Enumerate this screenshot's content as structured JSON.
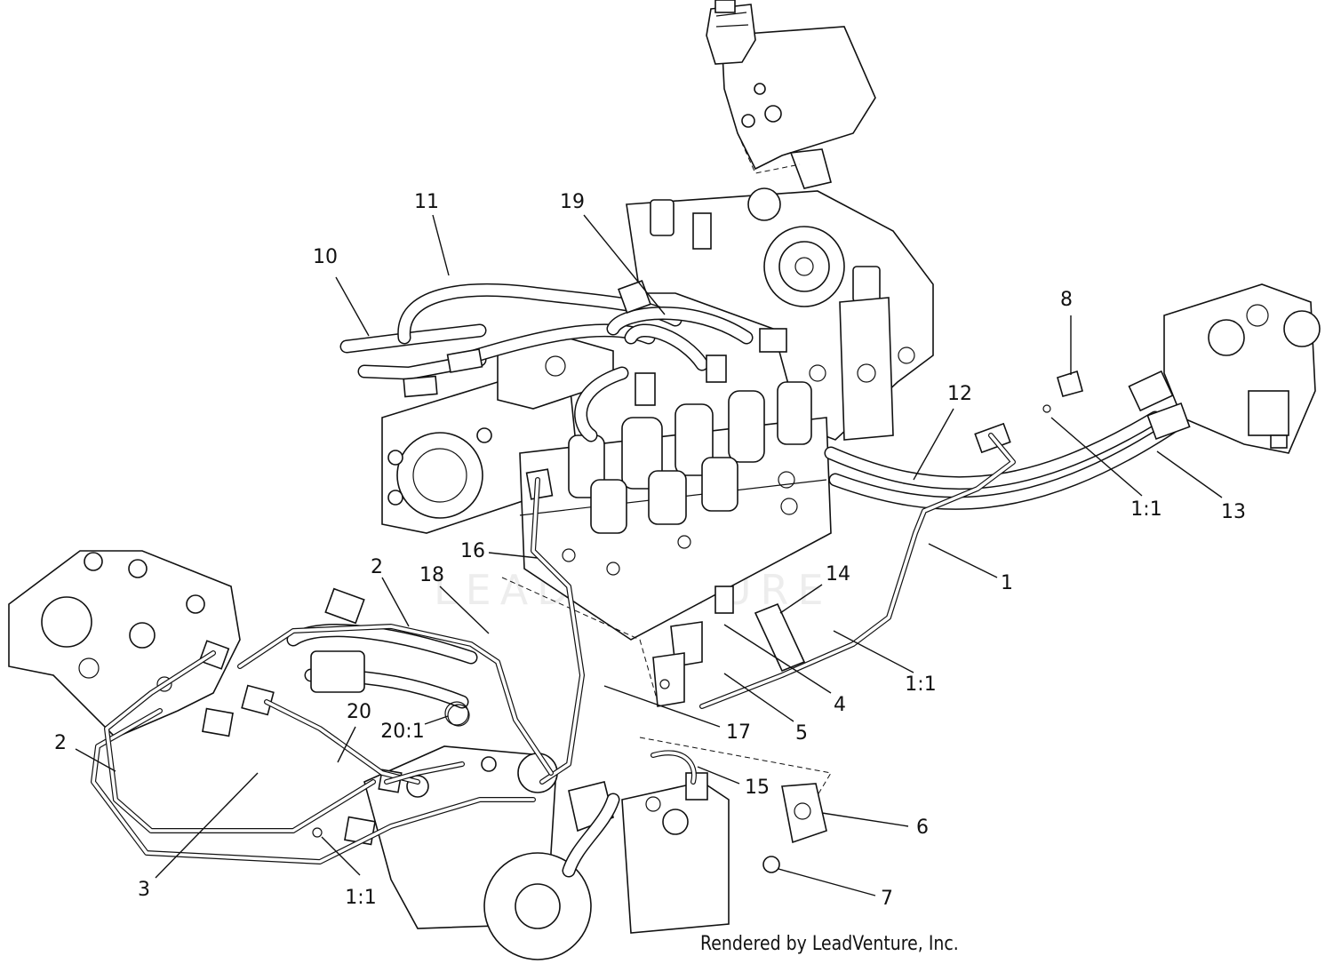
{
  "credit": "Rendered by LeadVenture, Inc.",
  "watermark": "LEADVENTURE",
  "callouts": [
    {
      "id": "c1",
      "text": "1"
    },
    {
      "id": "c2a",
      "text": "2"
    },
    {
      "id": "c2b",
      "text": "2"
    },
    {
      "id": "c3",
      "text": "3"
    },
    {
      "id": "c4",
      "text": "4"
    },
    {
      "id": "c5",
      "text": "5"
    },
    {
      "id": "c6",
      "text": "6"
    },
    {
      "id": "c7",
      "text": "7"
    },
    {
      "id": "c8",
      "text": "8"
    },
    {
      "id": "c10",
      "text": "10"
    },
    {
      "id": "c11",
      "text": "11"
    },
    {
      "id": "c12",
      "text": "12"
    },
    {
      "id": "c13",
      "text": "13"
    },
    {
      "id": "c14",
      "text": "14"
    },
    {
      "id": "c15",
      "text": "15"
    },
    {
      "id": "c16",
      "text": "16"
    },
    {
      "id": "c17",
      "text": "17"
    },
    {
      "id": "c18",
      "text": "18"
    },
    {
      "id": "c19",
      "text": "19"
    },
    {
      "id": "c20",
      "text": "20"
    },
    {
      "id": "c20-1",
      "text": "20:1"
    },
    {
      "id": "c1-1a",
      "text": "1:1"
    },
    {
      "id": "c1-1b",
      "text": "1:1"
    },
    {
      "id": "c1-1c",
      "text": "1:1"
    }
  ]
}
